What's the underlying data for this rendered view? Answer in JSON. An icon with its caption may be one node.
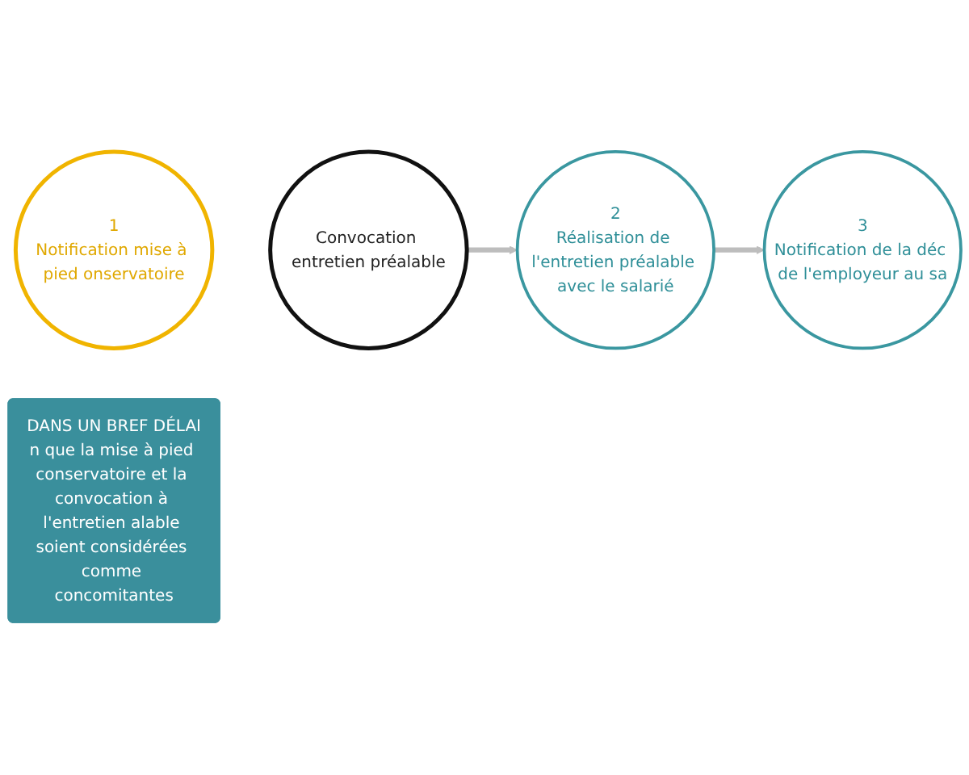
{
  "diagram": {
    "nodes": [
      {
        "text": [
          "1",
          "Notification mise à pied onservatoire"
        ]
      },
      {
        "text": [
          "Convocation entretien préalable"
        ]
      },
      {
        "text": [
          "2",
          "Réalisation de l'entretien préalable avec le salarié"
        ]
      },
      {
        "text": [
          "3",
          "Notification de la déc de l'employeur au sa"
        ]
      },
      {
        "text": [
          "DANS UN BREF DÉLAI",
          "n que la mise à pied conservatoire et la convocation à l'entretien alable soient considérées comme concomitantes"
        ]
      }
    ],
    "edges": [
      {
        "from": 1,
        "to": 2,
        "arrow": "to"
      },
      {
        "from": 2,
        "to": 3,
        "arrow": "to"
      }
    ]
  }
}
